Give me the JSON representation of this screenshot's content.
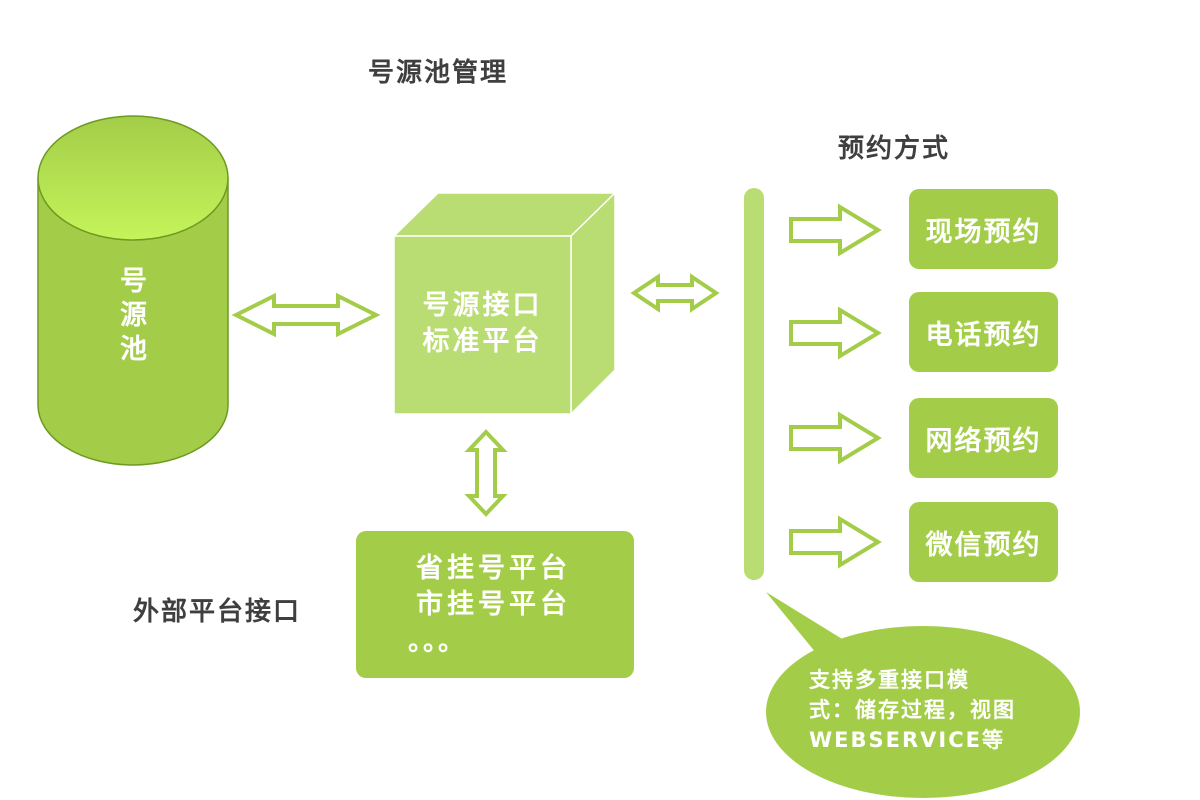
{
  "titles": {
    "pool_management": "号源池管理",
    "booking_methods": "预约方式",
    "external_interface": "外部平台接口"
  },
  "pool": {
    "label_chars": [
      "号",
      "源",
      "池"
    ]
  },
  "platform_cube": {
    "lines": [
      "号源接口",
      "标准平台"
    ]
  },
  "external_box": {
    "lines": [
      "省挂号平台",
      "市挂号平台"
    ],
    "ellipsis": "。。。"
  },
  "methods": [
    {
      "label": "现场预约"
    },
    {
      "label": "电话预约"
    },
    {
      "label": "网络预约"
    },
    {
      "label": "微信预约"
    }
  ],
  "callout": {
    "lines": [
      "支持多重接口模",
      "式：储存过程，视图",
      "WEBSERVICE等"
    ]
  },
  "colors": {
    "primary_green": "#a3cd48",
    "light_green": "#b9dc73",
    "cylinder_top": "#c3f55a",
    "heading_text": "#3f3f3f"
  }
}
